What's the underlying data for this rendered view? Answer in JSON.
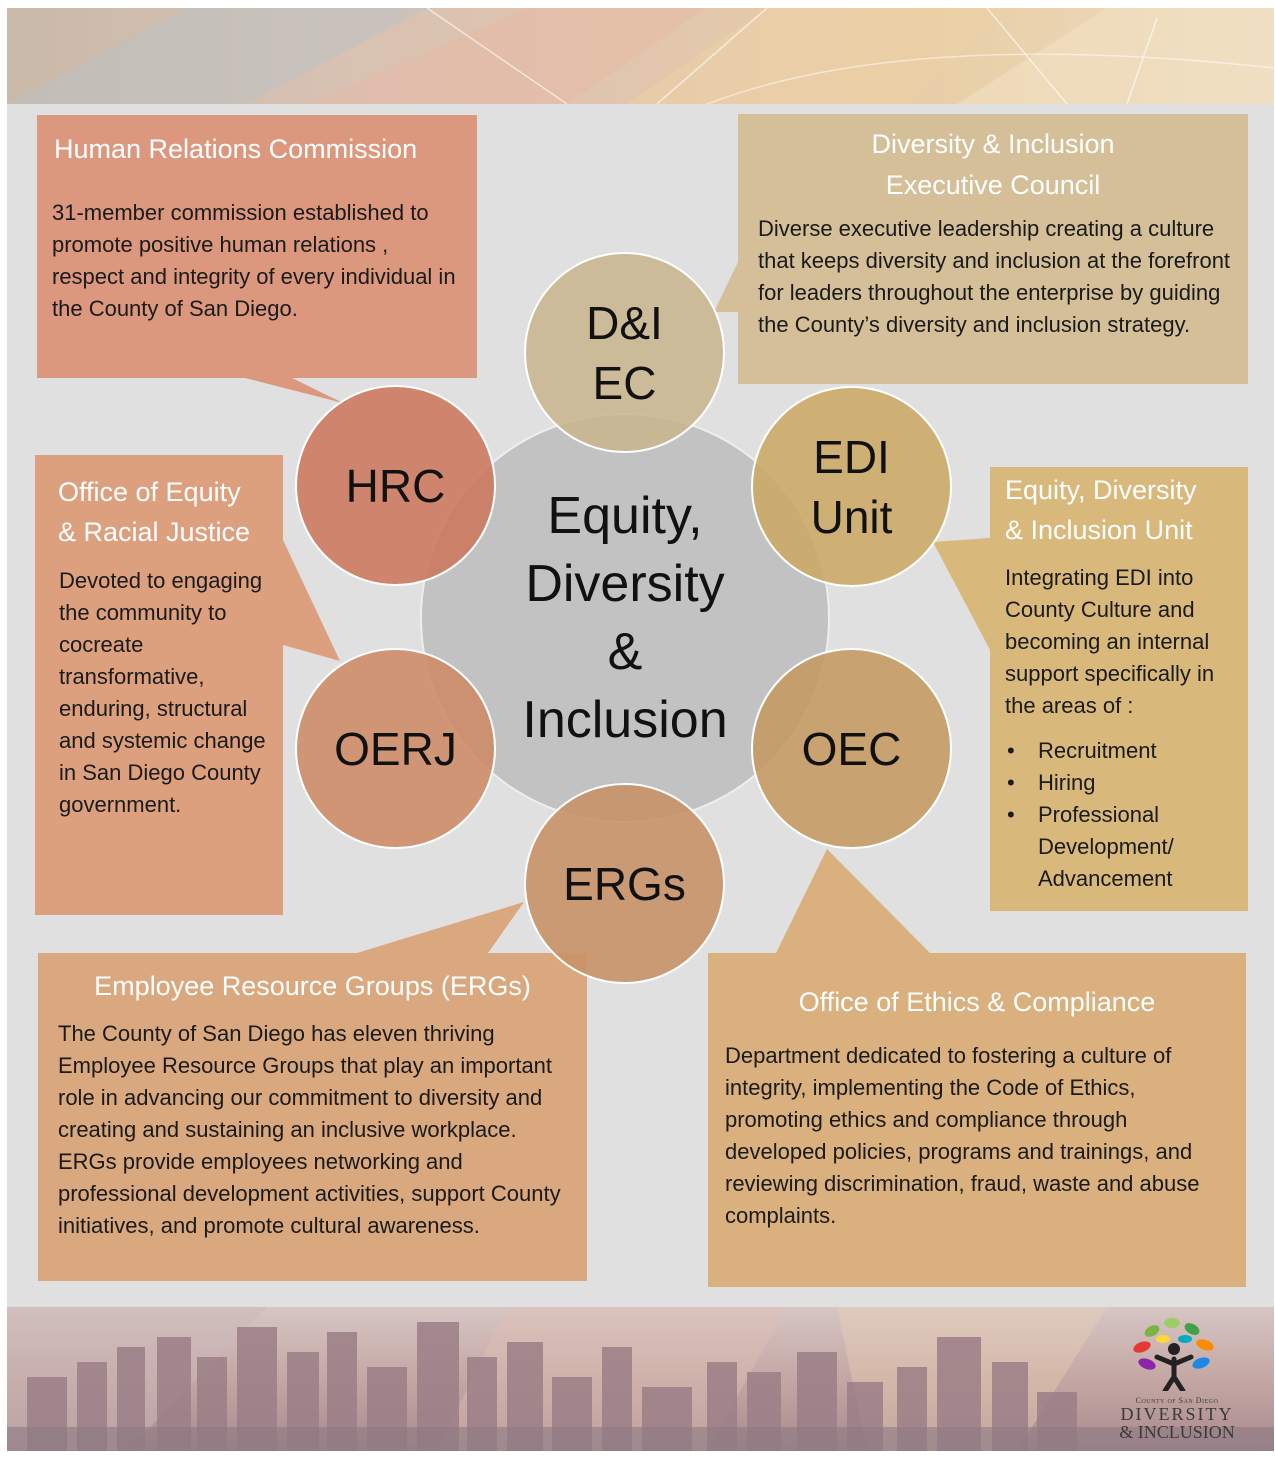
{
  "center": {
    "label": "Equity,\nDiversity\n&\nInclusion"
  },
  "circles": {
    "dei_ec": "D&I\nEC",
    "edi_unit": "EDI\nUnit",
    "oec": "OEC",
    "ergs": "ERGs",
    "oerj": "OERJ",
    "hrc": "HRC"
  },
  "boxes": {
    "hrc": {
      "title": "Human Relations Commission",
      "description": "31-member commission established to promote positive human relations , respect and integrity of every individual in the County of San Diego."
    },
    "dei_ec": {
      "title_line1": "Diversity & Inclusion",
      "title_line2": "Executive Council",
      "description": "Diverse executive leadership creating a culture that keeps diversity and inclusion at the forefront for leaders throughout the enterprise by guiding the County’s diversity and inclusion strategy."
    },
    "oerj": {
      "title_line1": "Office of Equity",
      "title_line2": "& Racial Justice",
      "description": "Devoted to engaging the community to cocreate transformative, enduring, structural and systemic change in San Diego County government."
    },
    "edi_unit": {
      "title_line1": "Equity, Diversity",
      "title_line2": "& Inclusion Unit",
      "description": "Integrating EDI into County Culture and becoming an internal support specifically in the areas of :",
      "bullets": [
        "Recruitment",
        "Hiring",
        "Professional Development/ Advancement"
      ]
    },
    "ergs": {
      "title": "Employee Resource Groups (ERGs)",
      "description": "The County of San Diego has eleven thriving Employee Resource Groups that play an important role in advancing our commitment to diversity and creating and sustaining an inclusive workplace. ERGs provide employees networking and professional development activities, support County initiatives, and promote cultural awareness."
    },
    "oec": {
      "title": "Office of Ethics & Compliance",
      "description": "Department dedicated to fostering a culture of integrity, implementing the Code of Ethics, promoting ethics and compliance through developed policies, programs and trainings, and reviewing discrimination, fraud, waste and abuse complaints."
    }
  },
  "logo": {
    "small_text": "County of San Diego",
    "line1": "Diversity",
    "line2": "& Inclusion"
  },
  "colors": {
    "background": "#e0e0e0",
    "hrc": "#dc987e",
    "dei_ec": "#d4bf99",
    "oerj": "#dca07e",
    "edi_unit": "#d9b87c",
    "ergs": "#d9a87e",
    "oec": "#d9b07e",
    "center_circle": "#c2c2c3"
  }
}
